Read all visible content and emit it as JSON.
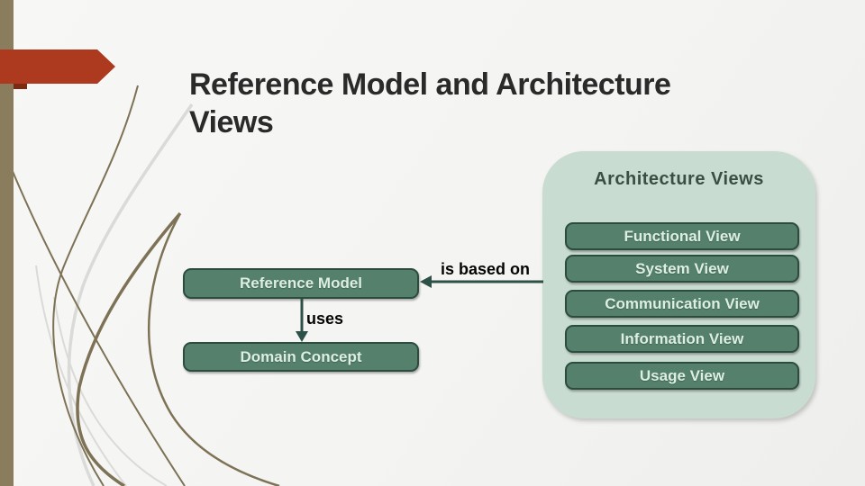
{
  "slide": {
    "title_line1": "Reference Model and Architecture",
    "title_line2": "Views"
  },
  "diagram": {
    "architecture_views": {
      "title": "Architecture Views",
      "items": [
        "Functional View",
        "System View",
        "Communication View",
        "Information View",
        "Usage View"
      ]
    },
    "reference_model_label": "Reference Model",
    "domain_concept_label": "Domain Concept",
    "edge_is_based_on": "is based on",
    "edge_uses": "uses"
  },
  "colors": {
    "background": "#f4f4f2",
    "accent_red": "#ad3a1e",
    "accent_red_fold": "#7c2a12",
    "sidebar_olive": "#8a7d5d",
    "decor_olive_line": "#7d7255",
    "decor_gray_line": "#dadad8",
    "container_fill": "#c9dcd1",
    "box_fill": "#55806c",
    "box_border": "#2c4c40",
    "box_text": "#ddeee3",
    "header_text": "#3a4f41",
    "arrow_line": "#2e5147",
    "title_text": "#2a2a2a",
    "edge_label_text": "#050505"
  }
}
